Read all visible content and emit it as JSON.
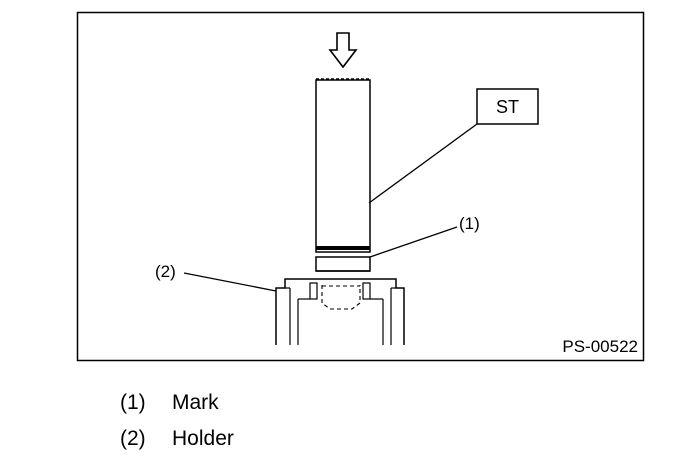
{
  "diagram": {
    "tool_label": "ST",
    "figure_id": "PS-00522",
    "callouts": [
      {
        "number": "(1)"
      },
      {
        "number": "(2)"
      }
    ]
  },
  "legend": {
    "items": [
      {
        "number": "(1)",
        "text": "Mark"
      },
      {
        "number": "(2)",
        "text": "Holder"
      }
    ]
  }
}
